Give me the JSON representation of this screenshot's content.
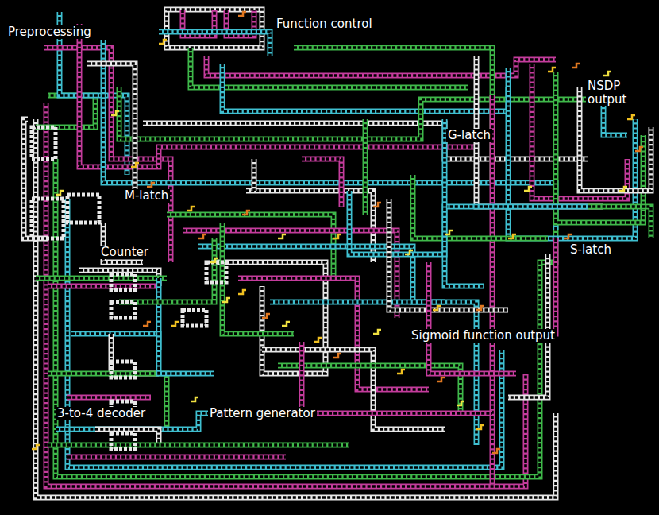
{
  "diagram": {
    "labels": [
      "Preprocessing",
      "Function control",
      "NSDP output",
      "G-latch",
      "M-latch",
      "S-latch",
      "Counter",
      "Sigmoid function output",
      "3-to-4 decoder",
      "Pattern generator"
    ]
  }
}
